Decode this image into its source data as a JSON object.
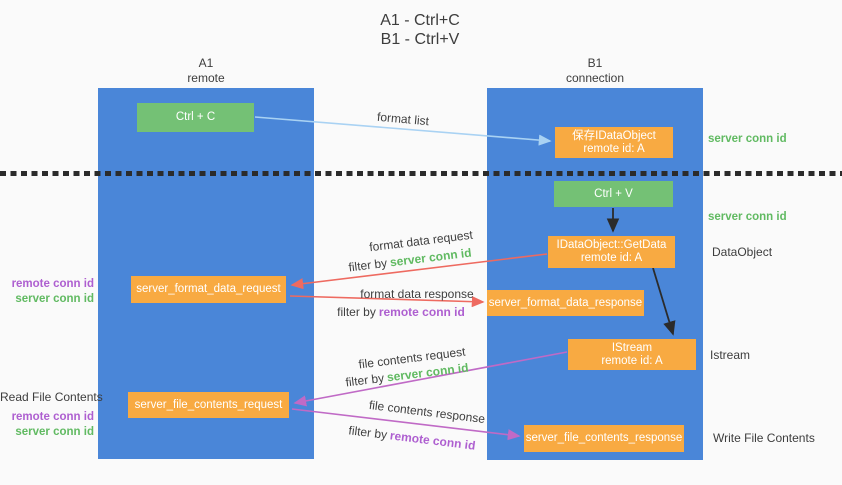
{
  "title": {
    "line1": "A1 - Ctrl+C",
    "line2": "B1 - Ctrl+V"
  },
  "lanes": {
    "left": {
      "name": "A1",
      "role": "remote"
    },
    "right": {
      "name": "B1",
      "role": "connection"
    }
  },
  "nodes": {
    "ctrl_c": {
      "label": "Ctrl + C"
    },
    "save_dataobject": {
      "line1": "保存IDataObject",
      "line2": "remote id: A"
    },
    "ctrl_v": {
      "label": "Ctrl + V"
    },
    "getdata": {
      "line1": "IDataObject::GetData",
      "line2": "remote id: A"
    },
    "server_format_data_request": {
      "label": "server_format_data_request"
    },
    "server_format_data_response": {
      "label": "server_format_data_response"
    },
    "istream": {
      "line1": "IStream",
      "line2": "remote id: A"
    },
    "server_file_contents_request": {
      "label": "server_file_contents_request"
    },
    "server_file_contents_response": {
      "label": "server_file_contents_response"
    }
  },
  "arrow_labels": {
    "format_list": "format list",
    "format_data_request": "format data request",
    "format_data_response": "format data response",
    "file_contents_request": "file contents request",
    "file_contents_response": "file contents response",
    "filter_by": "filter by",
    "server_conn_id": "server conn id",
    "remote_conn_id": "remote conn id"
  },
  "side_labels": {
    "right_server_conn_id_top": "server conn id",
    "right_server_conn_id_mid": "server conn id",
    "dataobject": "DataObject",
    "istream": "Istream",
    "write_file_contents": "Write File Contents",
    "read_file_contents": "Read File Contents",
    "left_remote_conn_id_top": "remote conn id",
    "left_server_conn_id_top": "server conn id",
    "left_remote_conn_id_bottom": "remote conn id",
    "left_server_conn_id_bottom": "server conn id"
  },
  "colors": {
    "background": "#fafafa",
    "lane_blue": "#4a86d8",
    "node_green": "#74c175",
    "node_orange": "#f8aa42",
    "arrow_lightblue": "#a9d2f3",
    "arrow_red": "#ee6a60",
    "arrow_magenta": "#c06ac6",
    "arrow_black": "#2b2b2b",
    "text_dark": "#3d3d3d",
    "text_green": "#61ba62",
    "text_purple": "#ae5fd0"
  }
}
